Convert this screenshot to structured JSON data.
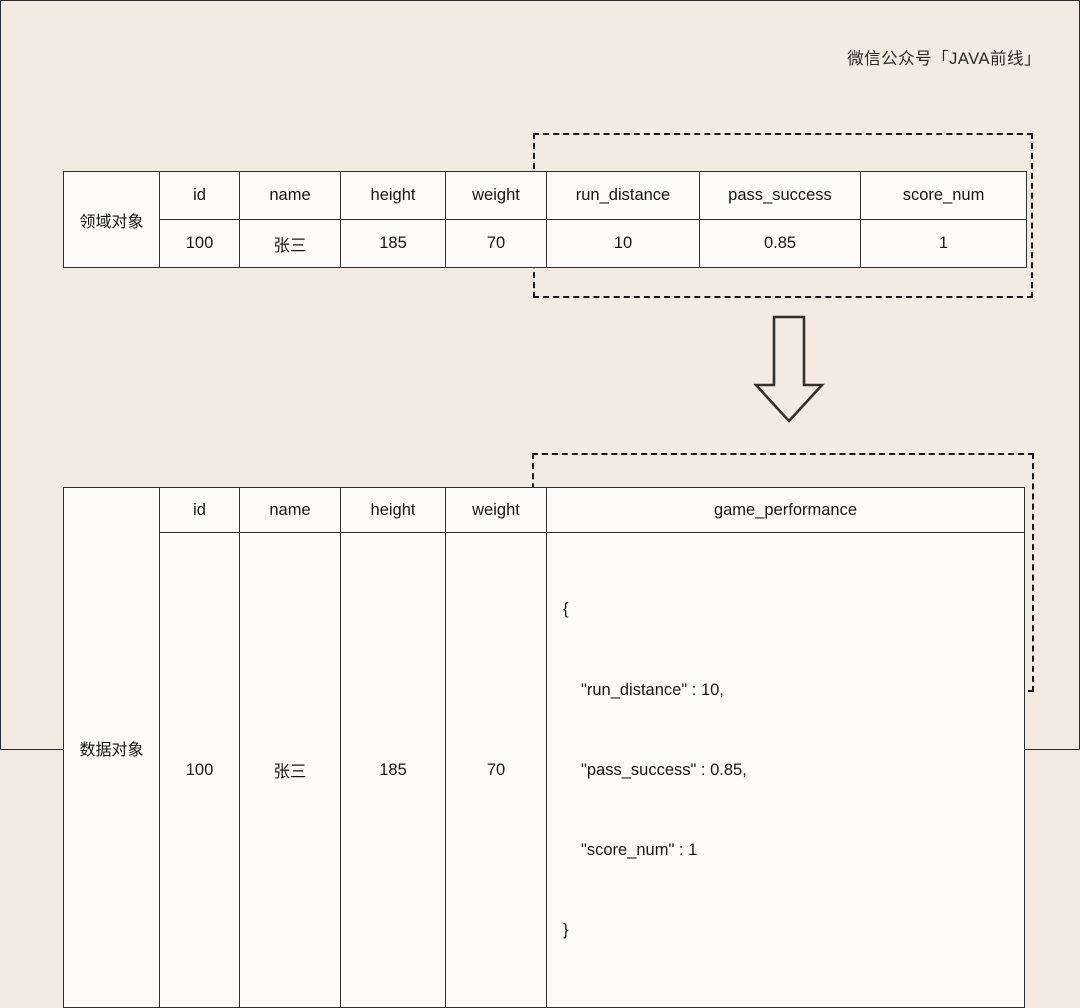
{
  "watermark": "微信公众号「JAVA前线」",
  "colors": {
    "background": "#f3eae2",
    "cell_fill": "#fdfcfb",
    "line": "#2e2e2e",
    "dashed_highlight": "#15151a",
    "text": "#151515"
  },
  "domain_table": {
    "row_label": "领域对象",
    "headers": [
      "id",
      "name",
      "height",
      "weight",
      "run_distance",
      "pass_success",
      "score_num"
    ],
    "values": [
      "100",
      "张三",
      "185",
      "70",
      "10",
      "0.85",
      "1"
    ],
    "highlighted_columns": [
      "run_distance",
      "pass_success",
      "score_num"
    ]
  },
  "data_table": {
    "row_label": "数据对象",
    "headers": [
      "id",
      "name",
      "height",
      "weight",
      "game_performance"
    ],
    "values": [
      "100",
      "张三",
      "185",
      "70"
    ],
    "json_value": {
      "open_brace": "{",
      "lines": [
        "\"run_distance\" : 10,",
        "\"pass_success\" : 0.85,",
        "\"score_num\" : 1"
      ],
      "close_brace": "}"
    },
    "highlighted_columns": [
      "game_performance"
    ]
  },
  "arrow": {
    "direction": "down",
    "name": "down-arrow"
  }
}
